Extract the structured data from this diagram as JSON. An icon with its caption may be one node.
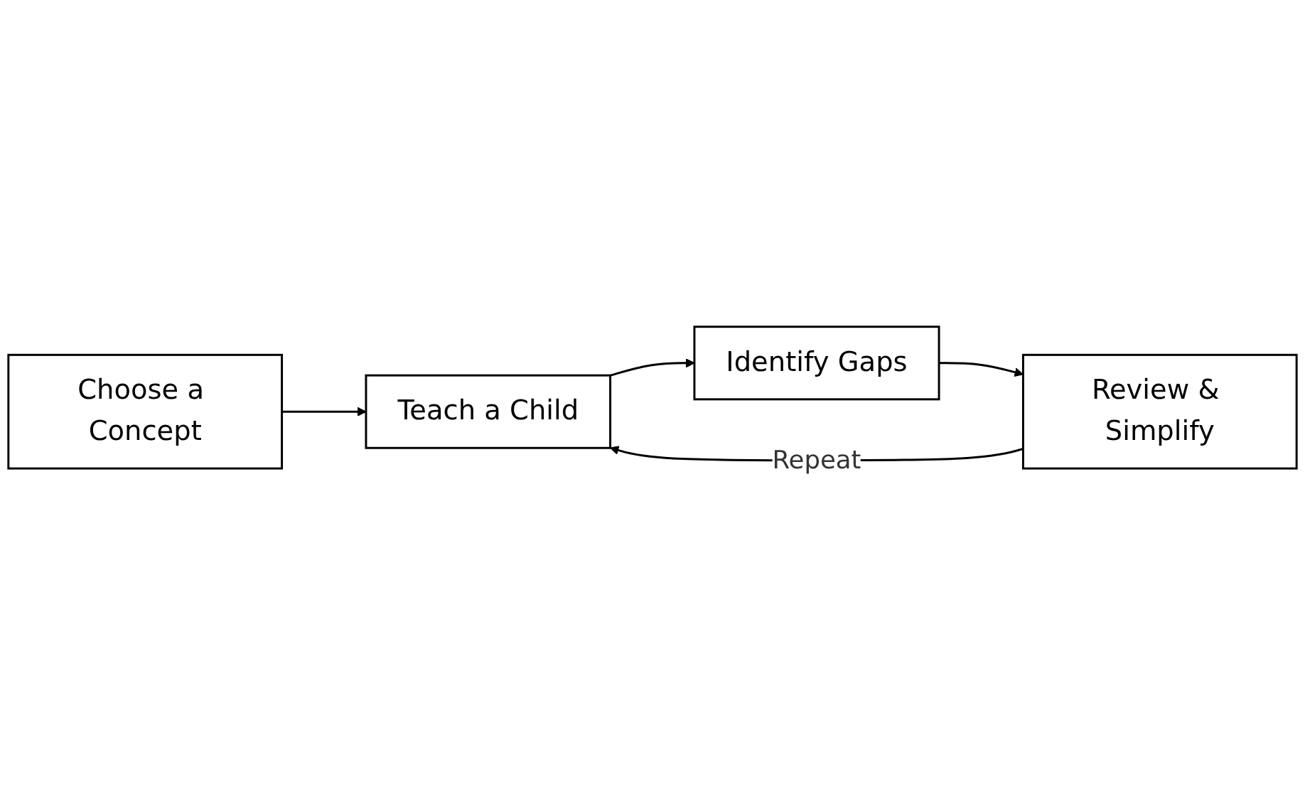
{
  "diagram": {
    "nodes": [
      {
        "text": [
          "Teach a Child"
        ]
      },
      {
        "text": [
          "Choose a Concept"
        ]
      },
      {
        "text": [
          "Identify Gaps"
        ]
      },
      {
        "text": [
          "Review & Simplify"
        ]
      }
    ],
    "edges": [
      {
        "from": 1,
        "to": 0,
        "arrow": "to"
      },
      {
        "from": 0,
        "to": 2,
        "arrow": "to"
      },
      {
        "from": 2,
        "to": 3,
        "arrow": "to"
      },
      {
        "from": 3,
        "to": 0,
        "label": "Repeat",
        "arrow": "to"
      }
    ]
  }
}
